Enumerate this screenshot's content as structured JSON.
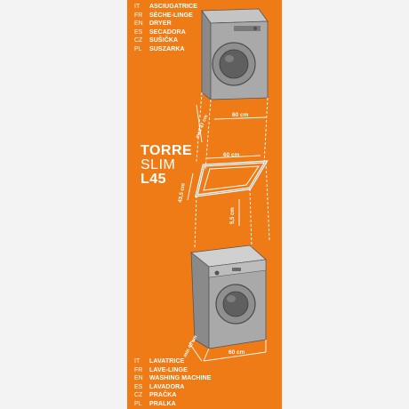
{
  "dryer": {
    "labels": [
      {
        "code": "IT",
        "word": "ASCIUGATRICE"
      },
      {
        "code": "FR",
        "word": "SÈCHE-LINGE"
      },
      {
        "code": "EN",
        "word": "DRYER"
      },
      {
        "code": "ES",
        "word": "SECADORA"
      },
      {
        "code": "CZ",
        "word": "SUŠIČKA"
      },
      {
        "code": "PL",
        "word": "SUSZARKA"
      }
    ],
    "dims": {
      "depth": "max 47 cm",
      "width": "60 cm"
    }
  },
  "product": {
    "line1": "TORRE",
    "line2": "SLIM",
    "line3": "L45"
  },
  "frame": {
    "width": "60 cm",
    "depth": "43,5 cm",
    "height": "5,5 cm"
  },
  "washer": {
    "labels": [
      {
        "code": "IT",
        "word": "LAVATRICE"
      },
      {
        "code": "FR",
        "word": "LAVE-LINGE"
      },
      {
        "code": "EN",
        "word": "WASHING MACHINE"
      },
      {
        "code": "ES",
        "word": "LAVADORA"
      },
      {
        "code": "CZ",
        "word": "PRAČKA"
      },
      {
        "code": "PL",
        "word": "PRALKA"
      }
    ],
    "dims": {
      "depth": "min 40 cm",
      "width": "60 cm"
    }
  },
  "colors": {
    "panel": "#ee7b16",
    "background": "#f3f3f3",
    "machine": "#a8a8a8",
    "machine_dark": "#6e6e6e",
    "line": "#ffffff"
  }
}
